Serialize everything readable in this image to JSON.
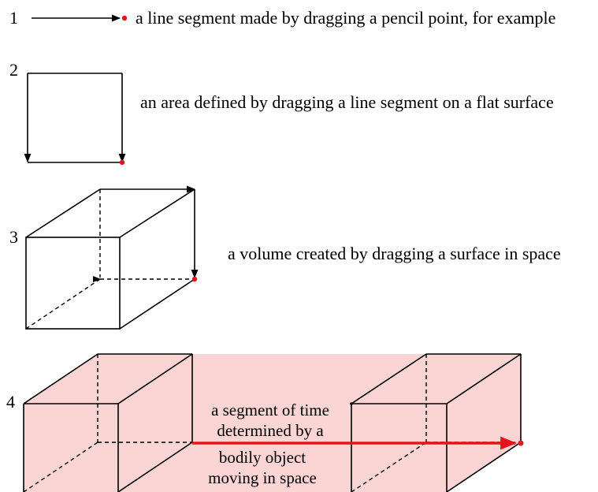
{
  "steps": [
    {
      "number": "1",
      "caption": "a line segment made by dragging a pencil point, for example"
    },
    {
      "number": "2",
      "caption": "an area defined by dragging a line segment on a flat surface"
    },
    {
      "number": "3",
      "caption": "a volume created by dragging a surface in space"
    },
    {
      "number": "4",
      "caption_lines": [
        "a segment of time",
        "determined by a",
        "bodily object",
        "moving in space"
      ]
    }
  ],
  "colors": {
    "ink": "#000000",
    "accent": "#e8141b",
    "swept_fill": "#fbd4d4"
  }
}
